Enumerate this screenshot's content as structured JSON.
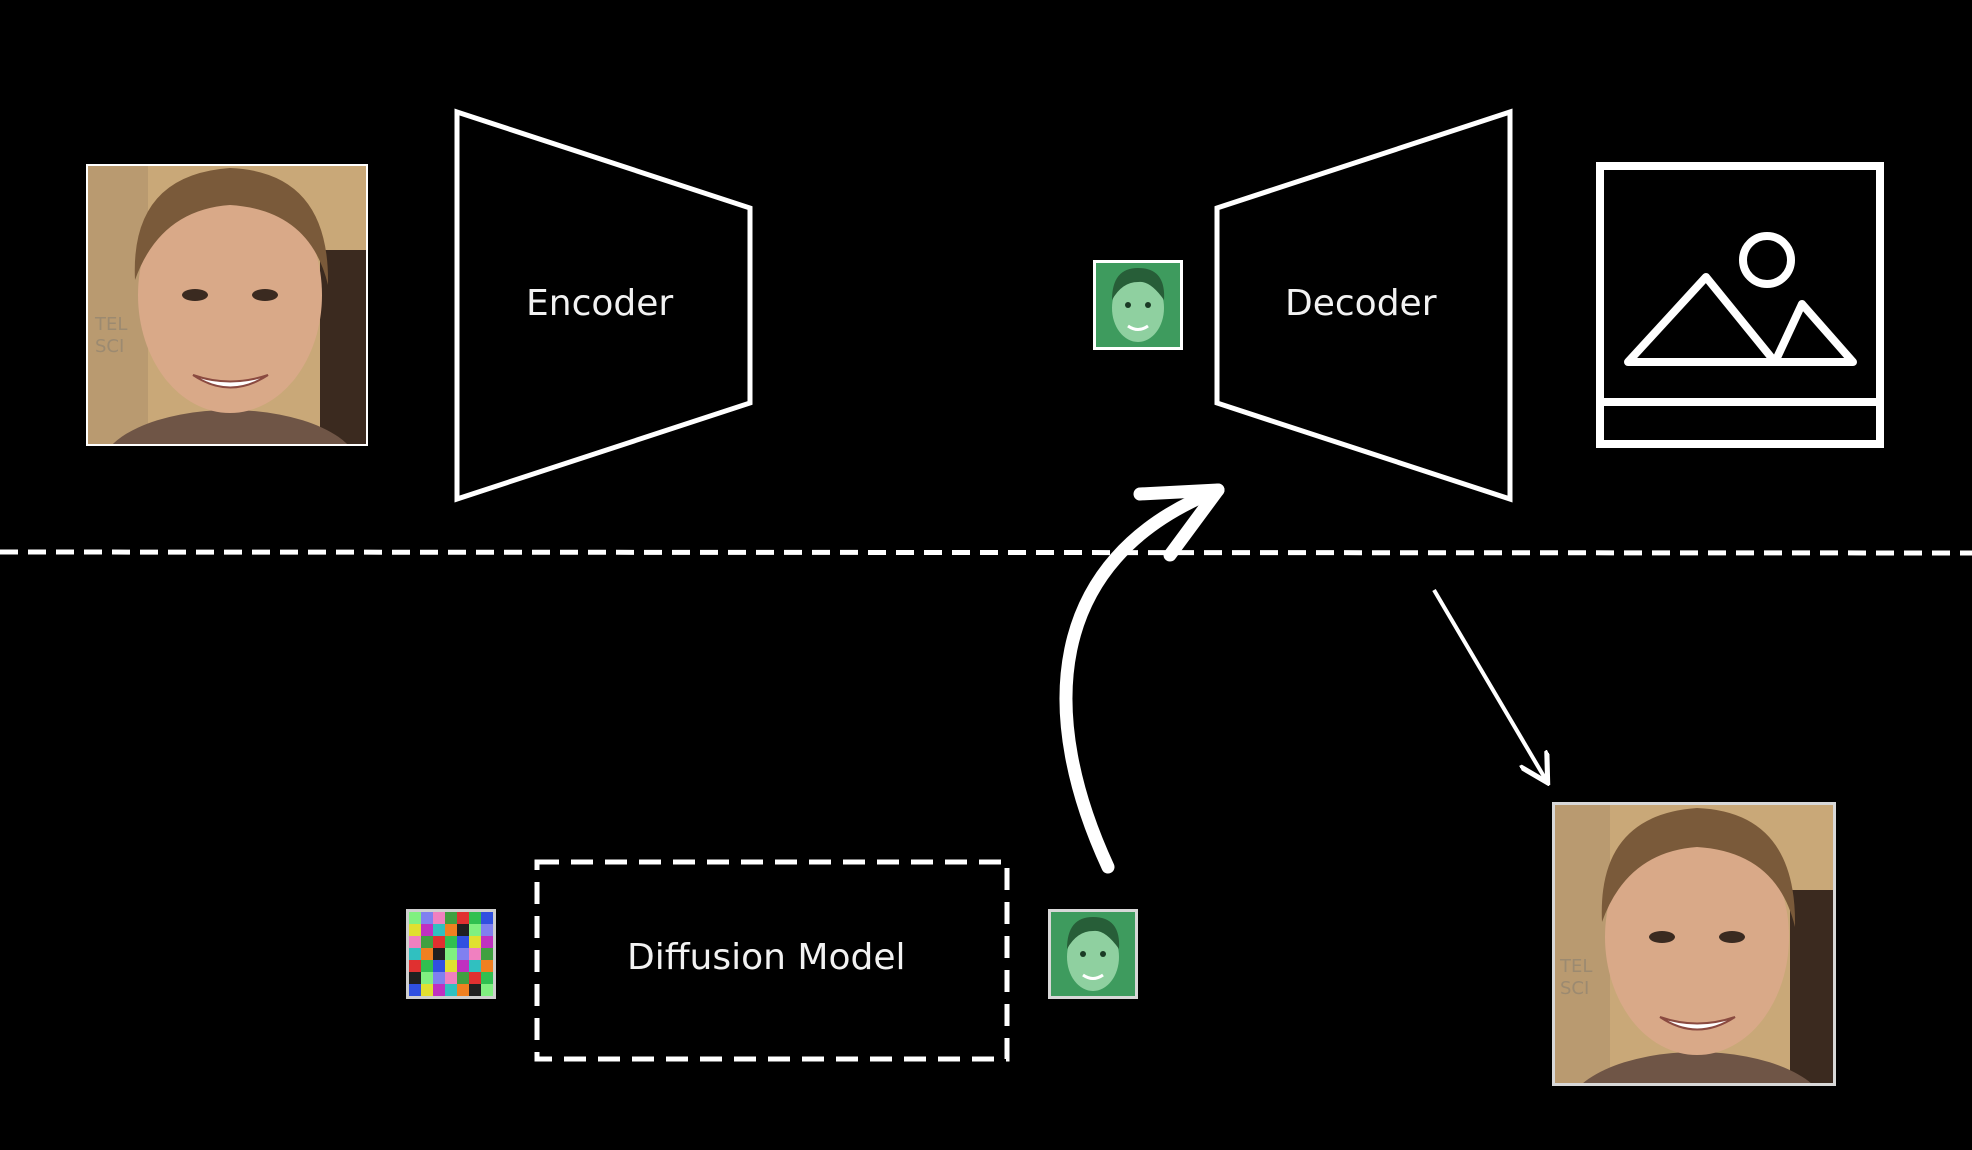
{
  "diagram": {
    "encoder_label": "Encoder",
    "decoder_label": "Decoder",
    "diffusion_label": "Diffusion Model"
  },
  "colors": {
    "background": "#000000",
    "stroke": "#ffffff",
    "latent_green": "#3e9b5e",
    "photo_bg": "#c9a878",
    "skin": "#d9a988",
    "hair": "#7a5a3a"
  },
  "icons": {
    "input_photo": "face-photo",
    "output_placeholder": "image-icon",
    "noise": "noise-latent-icon",
    "latent": "latent-face-thumbnail",
    "output_photo": "face-photo"
  }
}
